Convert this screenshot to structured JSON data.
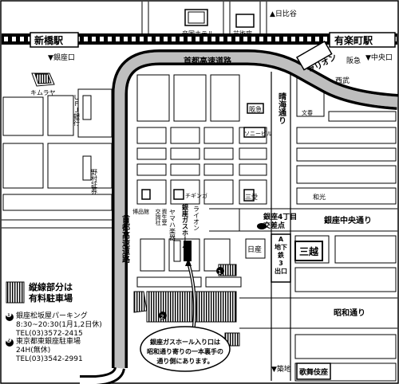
{
  "stations": {
    "shinbashi": "新橋駅",
    "yurakucho": "有楽町駅"
  },
  "directions": {
    "hibiya": "▲日比谷",
    "ginza_guchi": "▼銀座口",
    "chuo_guchi": "▼中央口",
    "tsukiji": "▼築地"
  },
  "landmarks": {
    "teikoku_hotel": "帝国ホテル",
    "geijutsuza": "芸術座",
    "marion": "マリオン",
    "hankyu_top": "阪急",
    "seibu": "西武",
    "kimuraya": "キムラヤ",
    "ufj_bank": "ＵＦＪ銀行",
    "nomura_securities": "野村証券",
    "hankyu_mid": "阪急",
    "bunkakan": "文春",
    "sony_building": "ソニービル",
    "hakuhinkan": "博品館",
    "kojunsha": "交詢社",
    "shiseido": "資生堂",
    "yamaha": "ヤマハ楽器",
    "ginza_gas_hall": "銀座ガスホール",
    "lion": "ライオン",
    "tanisawa": "チギンガ",
    "sanai": "三愛",
    "wako": "和光",
    "nissan": "日産",
    "mitsukoshi": "三越",
    "kabukiza": "歌舞伎座"
  },
  "roads": {
    "shuto_top": "首都高速道路",
    "shuto_left": "首都高速道路",
    "harumi": "晴海通り",
    "ginza_chuo": "銀座中央通り",
    "showa": "昭和通り"
  },
  "intersection": {
    "name": "銀座4丁目\n交差点",
    "subway": "A\n地下鉄\n3\n出口"
  },
  "legend": {
    "parking_title": "縦線部分は\n有料駐車場",
    "p1_num": "❶",
    "p1_name": "銀座松坂屋パーキング",
    "p1_hours": "8:30~20:30(1月1,2日休)",
    "p1_tel": "TEL(03)3572-2415",
    "p2_num": "❷",
    "p2_name": "東京都東銀座駐車場",
    "p2_hours": "24H(無休)",
    "p2_tel": "TEL(03)3542-2991"
  },
  "callout": {
    "text": "銀座ガスホール入り口は\n昭和通り寄りの一本裏手の\n通り側にあります。"
  },
  "markers": {
    "m1": "1",
    "m2": "2"
  }
}
